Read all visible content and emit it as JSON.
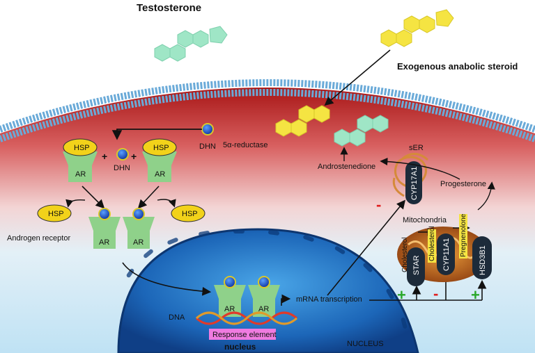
{
  "title": "Testosterone",
  "exogenous_label": "Exogenous anabolic steroid",
  "enzyme_5a": "5α-reductase",
  "dhn": "DHN",
  "hsp": "HSP",
  "ar": "AR",
  "plus": "+",
  "androgen_receptor": "Androgen receptor",
  "dna": "DNA",
  "response_element": "Response element",
  "nucleus_lower": "nucleus",
  "nucleus_upper": "NUCLEUS",
  "mrna": "mRNA transcription",
  "androstenedione": "Androstenedione",
  "ser": "sER",
  "cyp17a1": "CYP17A1",
  "progesterone": "Progesterone",
  "mitochondria": "Mitochondria",
  "cholesterol": "Cholesterol",
  "pregnenolone": "Pregnenolone",
  "star": "STAR",
  "cyp11a1": "CYP11A1",
  "hsd3b1": "HSD3B1",
  "minus": "-",
  "colors": {
    "cytoplasm_top": "#b01818",
    "cytoplasm_bottom": "#cfe9f6",
    "nucleus": "#1a5fb4",
    "membrane": "#6aaad8",
    "receptor": "#8fd18a",
    "hsp": "#f2d21a",
    "steroid_exo": "#f5e442",
    "steroid_testo": "#9fe6c6",
    "pill": "#1d2b3a",
    "plus": "#2aa82a",
    "minus": "#e02020",
    "response_element": "#f07be0"
  }
}
